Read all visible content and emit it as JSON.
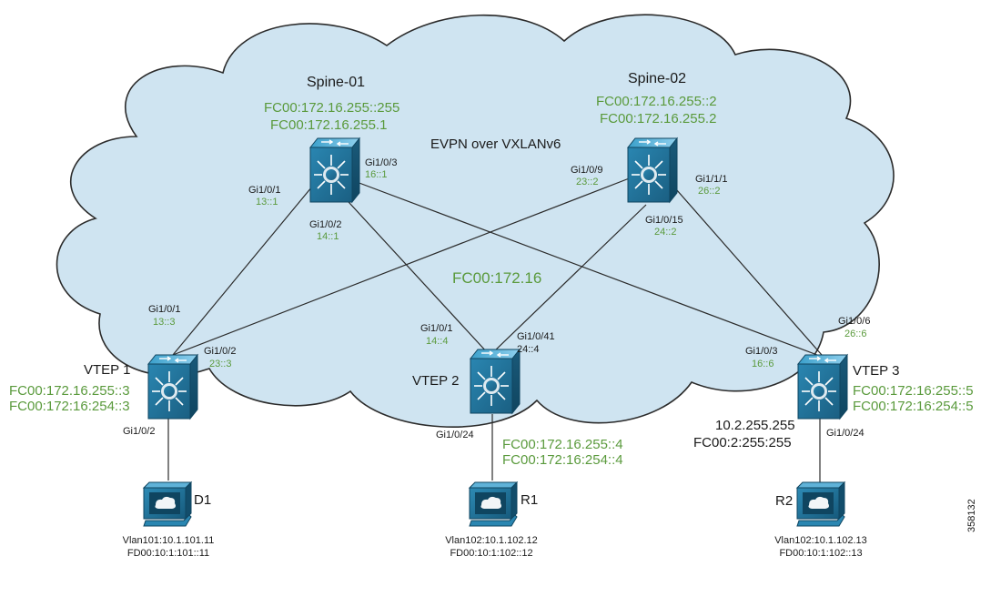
{
  "colors": {
    "cloud_fill": "#cfe4f1",
    "cloud_stroke": "#2b2b2b",
    "link": "#2b2b2b",
    "switch_dark": "#1a5a7a",
    "switch_mid": "#2f8fb8",
    "switch_light": "#8fd0ee",
    "accent_green": "#5a9a3c"
  },
  "cloud": {
    "label": "EVPN over VXLANv6",
    "subnet_label": "FC00:172.16"
  },
  "spine1": {
    "name": "Spine-01",
    "addr_v6": "FC00:172.16.255::255",
    "addr_v4": "FC00:172.16.255.1",
    "icon": "layer3-switch-icon",
    "ports": {
      "p1": {
        "name": "Gi1/0/1",
        "addr": "13::1"
      },
      "p2": {
        "name": "Gi1/0/2",
        "addr": "14::1"
      },
      "p3": {
        "name": "Gi1/0/3",
        "addr": "16::1"
      }
    }
  },
  "spine2": {
    "name": "Spine-02",
    "addr_v6": "FC00:172.16.255::2",
    "addr_v4": "FC00:172.16.255.2",
    "icon": "layer3-switch-icon",
    "ports": {
      "p9": {
        "name": "Gi1/0/9",
        "addr": "23::2"
      },
      "p15": {
        "name": "Gi1/0/15",
        "addr": "24::2"
      },
      "p111": {
        "name": "Gi1/1/1",
        "addr": "26::2"
      }
    }
  },
  "vtep1": {
    "name": "VTEP 1",
    "addr1": "FC00:172.16.255::3",
    "addr2": "FC00:172:16:254::3",
    "icon": "layer3-switch-icon",
    "ports": {
      "p1": {
        "name": "Gi1/0/1",
        "addr": "13::3"
      },
      "p2": {
        "name": "Gi1/0/2",
        "addr": "23::3"
      },
      "down": {
        "name": "Gi1/0/2"
      }
    }
  },
  "vtep2": {
    "name": "VTEP 2",
    "addr1": "FC00:172.16.255::4",
    "addr2": "FC00:172:16:254::4",
    "icon": "layer3-switch-icon",
    "ports": {
      "p1": {
        "name": "Gi1/0/1",
        "addr": "14::4"
      },
      "p41": {
        "name": "Gi1/0/41",
        "addr": "24::4"
      },
      "down": {
        "name": "Gi1/0/24"
      }
    }
  },
  "vtep3": {
    "name": "VTEP 3",
    "addr1": "FC00:172:16:255::5",
    "addr2": "FC00:172:16:254::5",
    "extra1": "10.2.255.255",
    "extra2": "FC00:2:255:255",
    "icon": "layer3-switch-icon",
    "ports": {
      "p6": {
        "name": "Gi1/0/6",
        "addr": "26::6"
      },
      "p3": {
        "name": "Gi1/0/3",
        "addr": "16::6"
      },
      "down": {
        "name": "Gi1/0/24"
      }
    }
  },
  "hosts": {
    "d1": {
      "name": "D1",
      "line1": "Vlan101:10.1.101.11",
      "line2": "FD00:10:1:101::11",
      "icon": "workstation-icon"
    },
    "r1": {
      "name": "R1",
      "line1": "Vlan102:10.1.102.12",
      "line2": "FD00:10:1:102::12",
      "icon": "workstation-icon"
    },
    "r2": {
      "name": "R2",
      "line1": "Vlan102:10.1.102.13",
      "line2": "FD00:10:1:102::13",
      "icon": "workstation-icon"
    }
  },
  "figure_id": "358132"
}
